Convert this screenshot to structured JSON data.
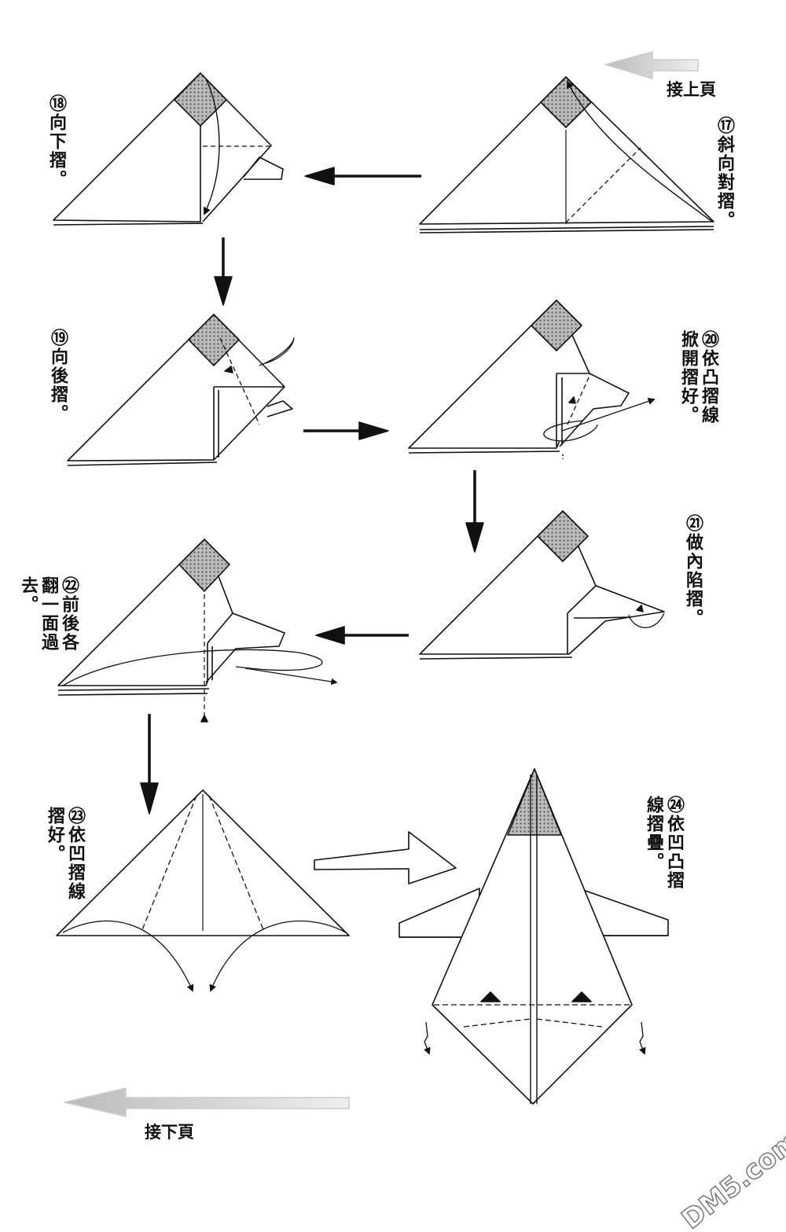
{
  "nav": {
    "prev_label": "接上頁",
    "next_label": "接下頁"
  },
  "steps": [
    {
      "num": "⑰",
      "text": "斜向對摺。"
    },
    {
      "num": "⑱",
      "text": "向下摺。"
    },
    {
      "num": "⑲",
      "text": "向後摺。"
    },
    {
      "num": "⑳",
      "lines": [
        "依凸摺線",
        "掀開摺好。"
      ]
    },
    {
      "num": "㉑",
      "text": "做內陷摺。"
    },
    {
      "num": "㉒",
      "lines": [
        "前後各",
        "翻一面過",
        "去。"
      ]
    },
    {
      "num": "㉓",
      "lines": [
        "依凹摺線",
        "摺好。"
      ]
    },
    {
      "num": "㉔",
      "lines": [
        "依凹凸摺",
        "線摺疊。"
      ]
    }
  ],
  "watermark": "DM5.com"
}
